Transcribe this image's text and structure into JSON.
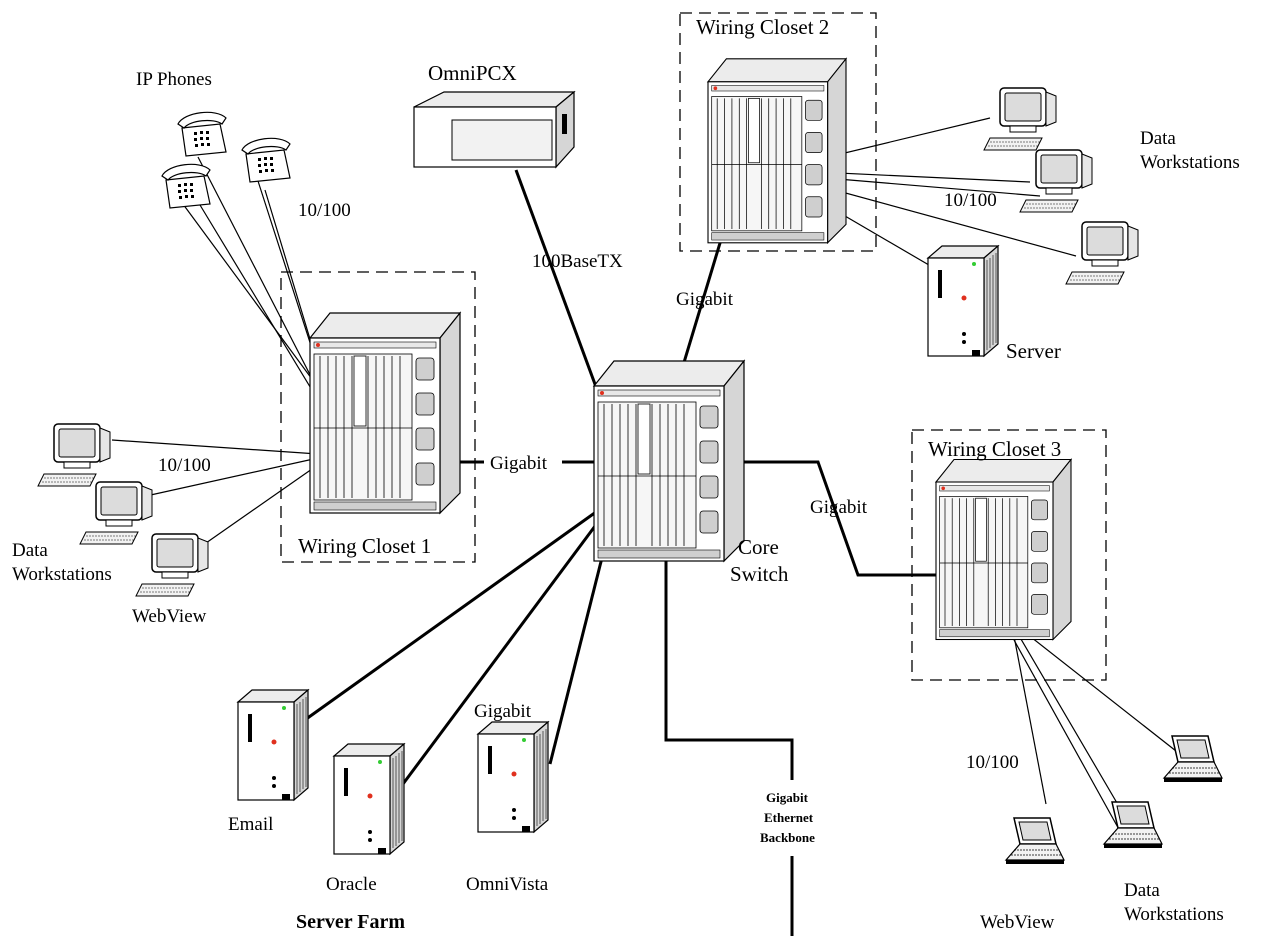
{
  "labels": {
    "ip_phones": "IP Phones",
    "omnipcx": "OmniPCX",
    "wiring_closet_1": "Wiring Closet 1",
    "wiring_closet_2": "Wiring Closet 2",
    "wiring_closet_3": "Wiring Closet 3",
    "core_switch_line1": "Core",
    "core_switch_line2": "Switch",
    "server": "Server",
    "email": "Email",
    "oracle": "Oracle",
    "omnivista": "OmniVista",
    "server_farm": "Server Farm",
    "webview_left": "WebView",
    "webview_right": "WebView",
    "data_ws_left_line1": "Data",
    "data_ws_left_line2": "Workstations",
    "data_ws_tr_line1": "Data",
    "data_ws_tr_line2": "Workstations",
    "data_ws_br_line1": "Data",
    "data_ws_br_line2": "Workstations",
    "backbone_line1": "Gigabit",
    "backbone_line2": "Ethernet",
    "backbone_line3": "Backbone"
  },
  "links": {
    "speed_phones": "10/100",
    "speed_left_ws": "10/100",
    "speed_wc2_ws": "10/100",
    "speed_wc3_ws": "10/100",
    "omnipcx_link": "100BaseTX",
    "wc1_core": "Gigabit",
    "wc2_core": "Gigabit",
    "wc3_core": "Gigabit",
    "server_farm_link": "Gigabit"
  },
  "colors": {
    "line": "#000000",
    "device_fill": "#ffffff",
    "device_shade": "#dcdcdc",
    "accent_red": "#e0301e",
    "led_green": "#33cc33"
  }
}
